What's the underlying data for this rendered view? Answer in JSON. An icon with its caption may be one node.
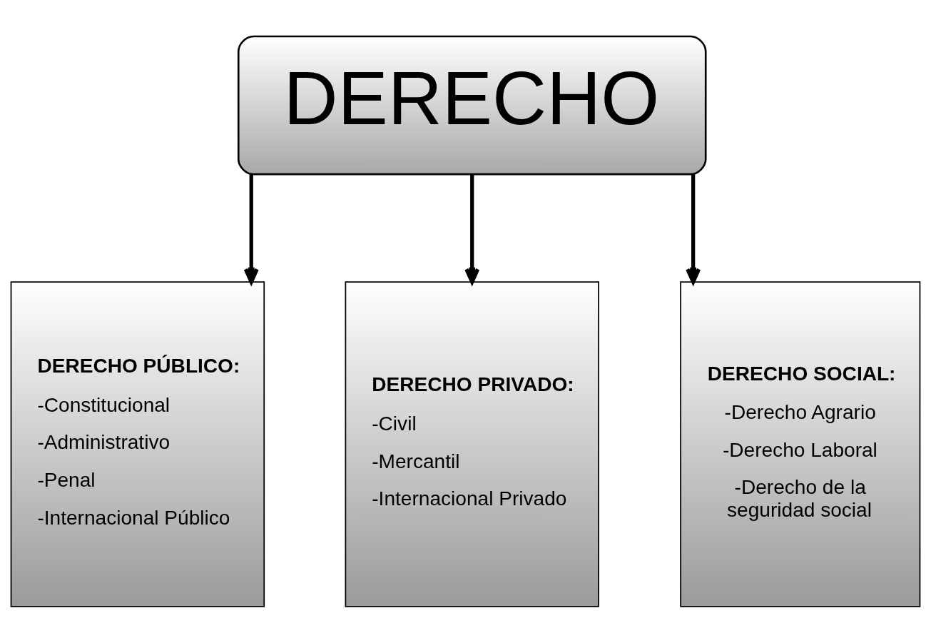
{
  "diagram": {
    "nodes": [
      {
        "text": [
          "DERECHO"
        ]
      },
      {
        "text": [
          "DERECHO PÚBLICO:",
          "-Constitucional",
          "-Administrativo",
          "-Penal",
          "-Internacional Público"
        ]
      },
      {
        "text": [
          "DERECHO PRIVADO:",
          "-Civil",
          "-Mercantil",
          "-Internacional Privado"
        ]
      },
      {
        "text": [
          "DERECHO SOCIAL:",
          "-Derecho Agrario",
          "-Derecho Laboral",
          "-Derecho de la seguridad social"
        ]
      }
    ],
    "edges": [
      {
        "from": 0,
        "to": 1,
        "arrow": "to"
      },
      {
        "from": 0,
        "to": 2,
        "arrow": "to"
      },
      {
        "from": 0,
        "to": 3,
        "arrow": "to"
      }
    ]
  }
}
